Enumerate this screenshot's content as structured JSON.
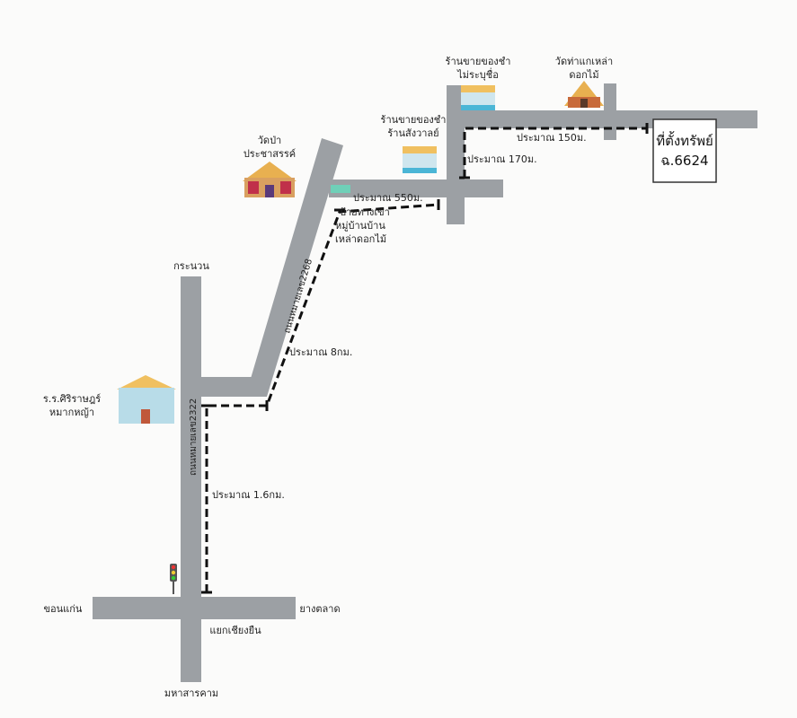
{
  "landmarks": {
    "shop_unnamed": [
      "ร้านขายของชำ",
      "ไม่ระบุชื่อ"
    ],
    "temple_tha_kae": [
      "วัดท่าแกเหล่า",
      "ดอกไม้"
    ],
    "shop_sangwan": [
      "ร้านขายของชำ",
      "ร้านสังวาลย์"
    ],
    "temple_pa": [
      "วัดป่า",
      "ประชาสรรค์"
    ],
    "village_sign": [
      "ป้ายทางเข้า",
      "หมู่บ้านบ้าน",
      "เหล่าดอกไม้"
    ],
    "school": [
      "ร.ร.ศิริราษฎร์",
      "หมากหญ้า"
    ]
  },
  "property": {
    "line1": "ที่ตั้งทรัพย์",
    "line2": "ฉ.6624"
  },
  "distances": {
    "d150": "ประมาณ 150ม.",
    "d170": "ประมาณ 170ม.",
    "d550": "ประมาณ 550ม.",
    "d8km": "ประมาณ 8กม.",
    "d16km": "ประมาณ 1.6กม."
  },
  "roads": {
    "road2268": "ถนนหมายเลข2268",
    "road2322": "ถนนหมายเลข2322"
  },
  "places": {
    "north": "กระนวน",
    "west": "ขอนแก่น",
    "east": "ยางตลาด",
    "junction": "แยกเชียงยืน",
    "south": "มหาสารคาม"
  }
}
